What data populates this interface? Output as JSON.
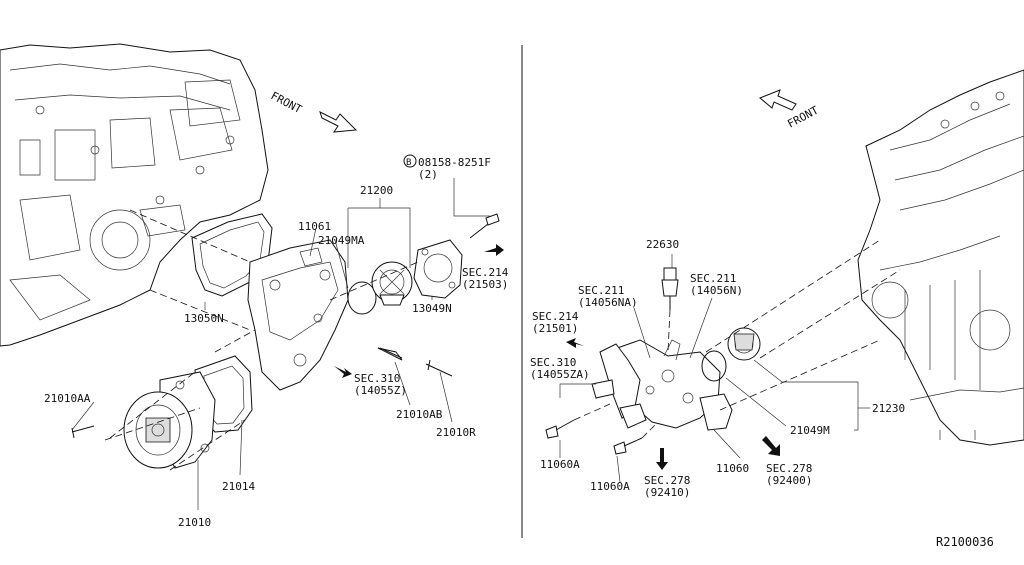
{
  "labels": {
    "front_left": "FRONT",
    "front_right": "FRONT",
    "bolt_ref": "08158-8251F",
    "bolt_ref_qty": "(2)",
    "p21200": "21200",
    "p11061": "11061",
    "p21049MA": "21049MA",
    "sec214_left": "SEC.214",
    "sec214_left_sub": "(21503)",
    "p13049N": "13049N",
    "p13050N": "13050N",
    "sec310_left": "SEC.310",
    "sec310_left_sub": "(14055Z)",
    "p21010AA": "21010AA",
    "p21010AB": "21010AB",
    "p21010R": "21010R",
    "p21014": "21014",
    "p21010": "21010",
    "p22630": "22630",
    "sec211_a": "SEC.211",
    "sec211_a_sub": "(14056NA)",
    "sec211_b": "SEC.211",
    "sec211_b_sub": "(14056N)",
    "sec214_right": "SEC.214",
    "sec214_right_sub": "(21501)",
    "sec310_right": "SEC.310",
    "sec310_right_sub": "(14055ZA)",
    "p21230": "21230",
    "p21049M": "21049M",
    "p11060A_a": "11060A",
    "p11060A_b": "11060A",
    "p11060": "11060",
    "sec278_a": "SEC.278",
    "sec278_a_sub": "(92410)",
    "sec278_b": "SEC.278",
    "sec278_b_sub": "(92400)",
    "diagram_id": "R2100036"
  },
  "icons": {
    "bolt_marker": "circle-b-icon",
    "front_arrow": "front-arrow-icon",
    "flow_arrow": "arrow-icon"
  },
  "colors": {
    "line": "#111111",
    "background": "#ffffff"
  }
}
